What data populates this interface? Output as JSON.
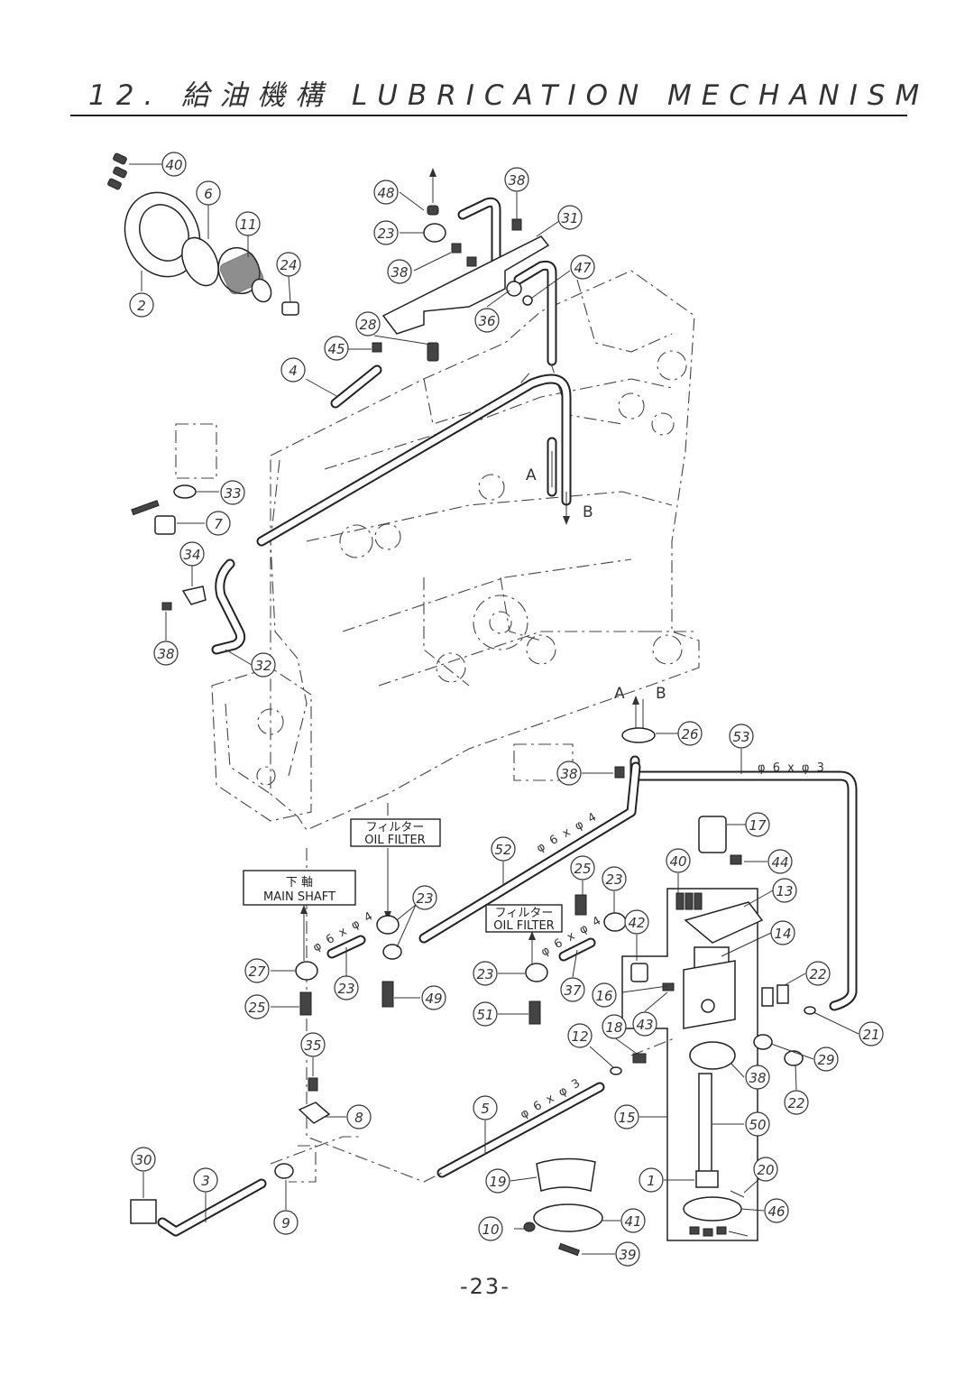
{
  "header": {
    "title": "12. 給油機構  LUBRICATION MECHANISM"
  },
  "footer": {
    "page_number": "-23-"
  },
  "labels": {
    "oil_filter_1_jp": "フィルター",
    "oil_filter_1_en": "OIL FILTER",
    "main_shaft_jp": "下 軸",
    "main_shaft_en": "MAIN SHAFT",
    "oil_filter_2_jp": "フィルター",
    "oil_filter_2_en": "OIL FILTER"
  },
  "dimensions": {
    "pipe_53": "φ 6 x φ 3",
    "pipe_52": "φ 6 x φ 4",
    "pipe_49": "φ 6 x φ 4",
    "pipe_51": "φ 6 x φ 4",
    "pipe_50": "φ 6 x φ 3"
  },
  "flow_letters": {
    "a_upper": "A",
    "b_upper": "B",
    "a_lower": "A",
    "b_lower": "B"
  },
  "callouts": [
    "40",
    "6",
    "11",
    "24",
    "2",
    "48",
    "38",
    "23",
    "31",
    "47",
    "38",
    "36",
    "28",
    "45",
    "4",
    "33",
    "7",
    "34",
    "38",
    "32",
    "26",
    "53",
    "38",
    "17",
    "44",
    "40",
    "13",
    "14",
    "52",
    "25",
    "23",
    "42",
    "23",
    "23",
    "49",
    "27",
    "25",
    "23",
    "51",
    "37",
    "16",
    "43",
    "22",
    "21",
    "29",
    "22",
    "12",
    "18",
    "38",
    "35",
    "8",
    "15",
    "50",
    "5",
    "30",
    "3",
    "9",
    "19",
    "1",
    "20",
    "46",
    "10",
    "41",
    "39"
  ]
}
